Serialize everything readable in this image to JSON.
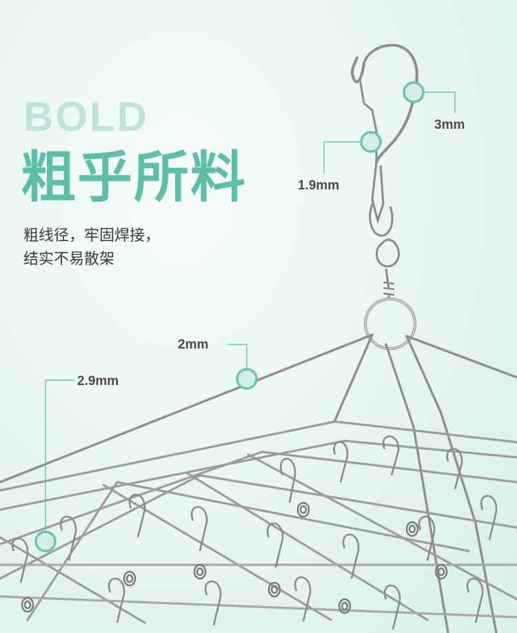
{
  "heading": {
    "en": "BOLD",
    "cn": "粗乎所料"
  },
  "description": {
    "line1": "粗线径，牢固焊接，",
    "line2": "结实不易散架"
  },
  "callouts": {
    "hook": "3mm",
    "hanger_wire": "1.9mm",
    "frame_wire": "2mm",
    "clip_wire": "2.9mm"
  },
  "colors": {
    "accent": "#5dbfa8",
    "accent_light": "#bfe3db",
    "marker_fill": "#d2eee6",
    "marker_ring": "#6cc2af",
    "text": "#3a3a3a"
  }
}
